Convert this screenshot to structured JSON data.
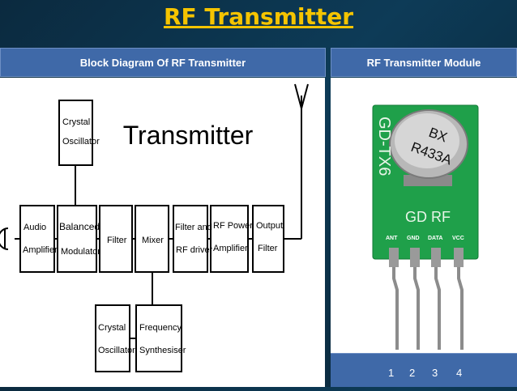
{
  "slide": {
    "title": "RF Transmitter",
    "left_header": "Block Diagram Of  RF Transmitter",
    "right_header": "RF Transmitter Module"
  },
  "diagram": {
    "heading": "Transmitter",
    "blocks": {
      "crystal_top": [
        "Crystal",
        "Oscillator"
      ],
      "audio_amp": [
        "Audio",
        "Amplifier"
      ],
      "balanced_mod": [
        "Balanced",
        "Modulator"
      ],
      "filter": [
        "Filter"
      ],
      "mixer": [
        "Mixer"
      ],
      "filter_rf": [
        "Filter and",
        "RF driver"
      ],
      "rf_power": [
        "RF Power",
        "Amplifier"
      ],
      "output_filter": [
        "Output",
        "Filter"
      ],
      "crystal_bottom": [
        "Crystal",
        "Oscillator"
      ],
      "freq_synth": [
        "Frequency",
        "Synthesiser"
      ]
    }
  },
  "module": {
    "can_text": [
      "BX",
      "R433A"
    ],
    "side_text": "GD-TX6",
    "board_text": "GD  RF",
    "pin_labels": [
      "ANT",
      "GND",
      "DATA",
      "VCC"
    ],
    "pin_numbers": [
      "1",
      "2",
      "3",
      "4"
    ],
    "colors": {
      "pcb": "#1fa04a",
      "can": "#c9c9c9"
    }
  }
}
